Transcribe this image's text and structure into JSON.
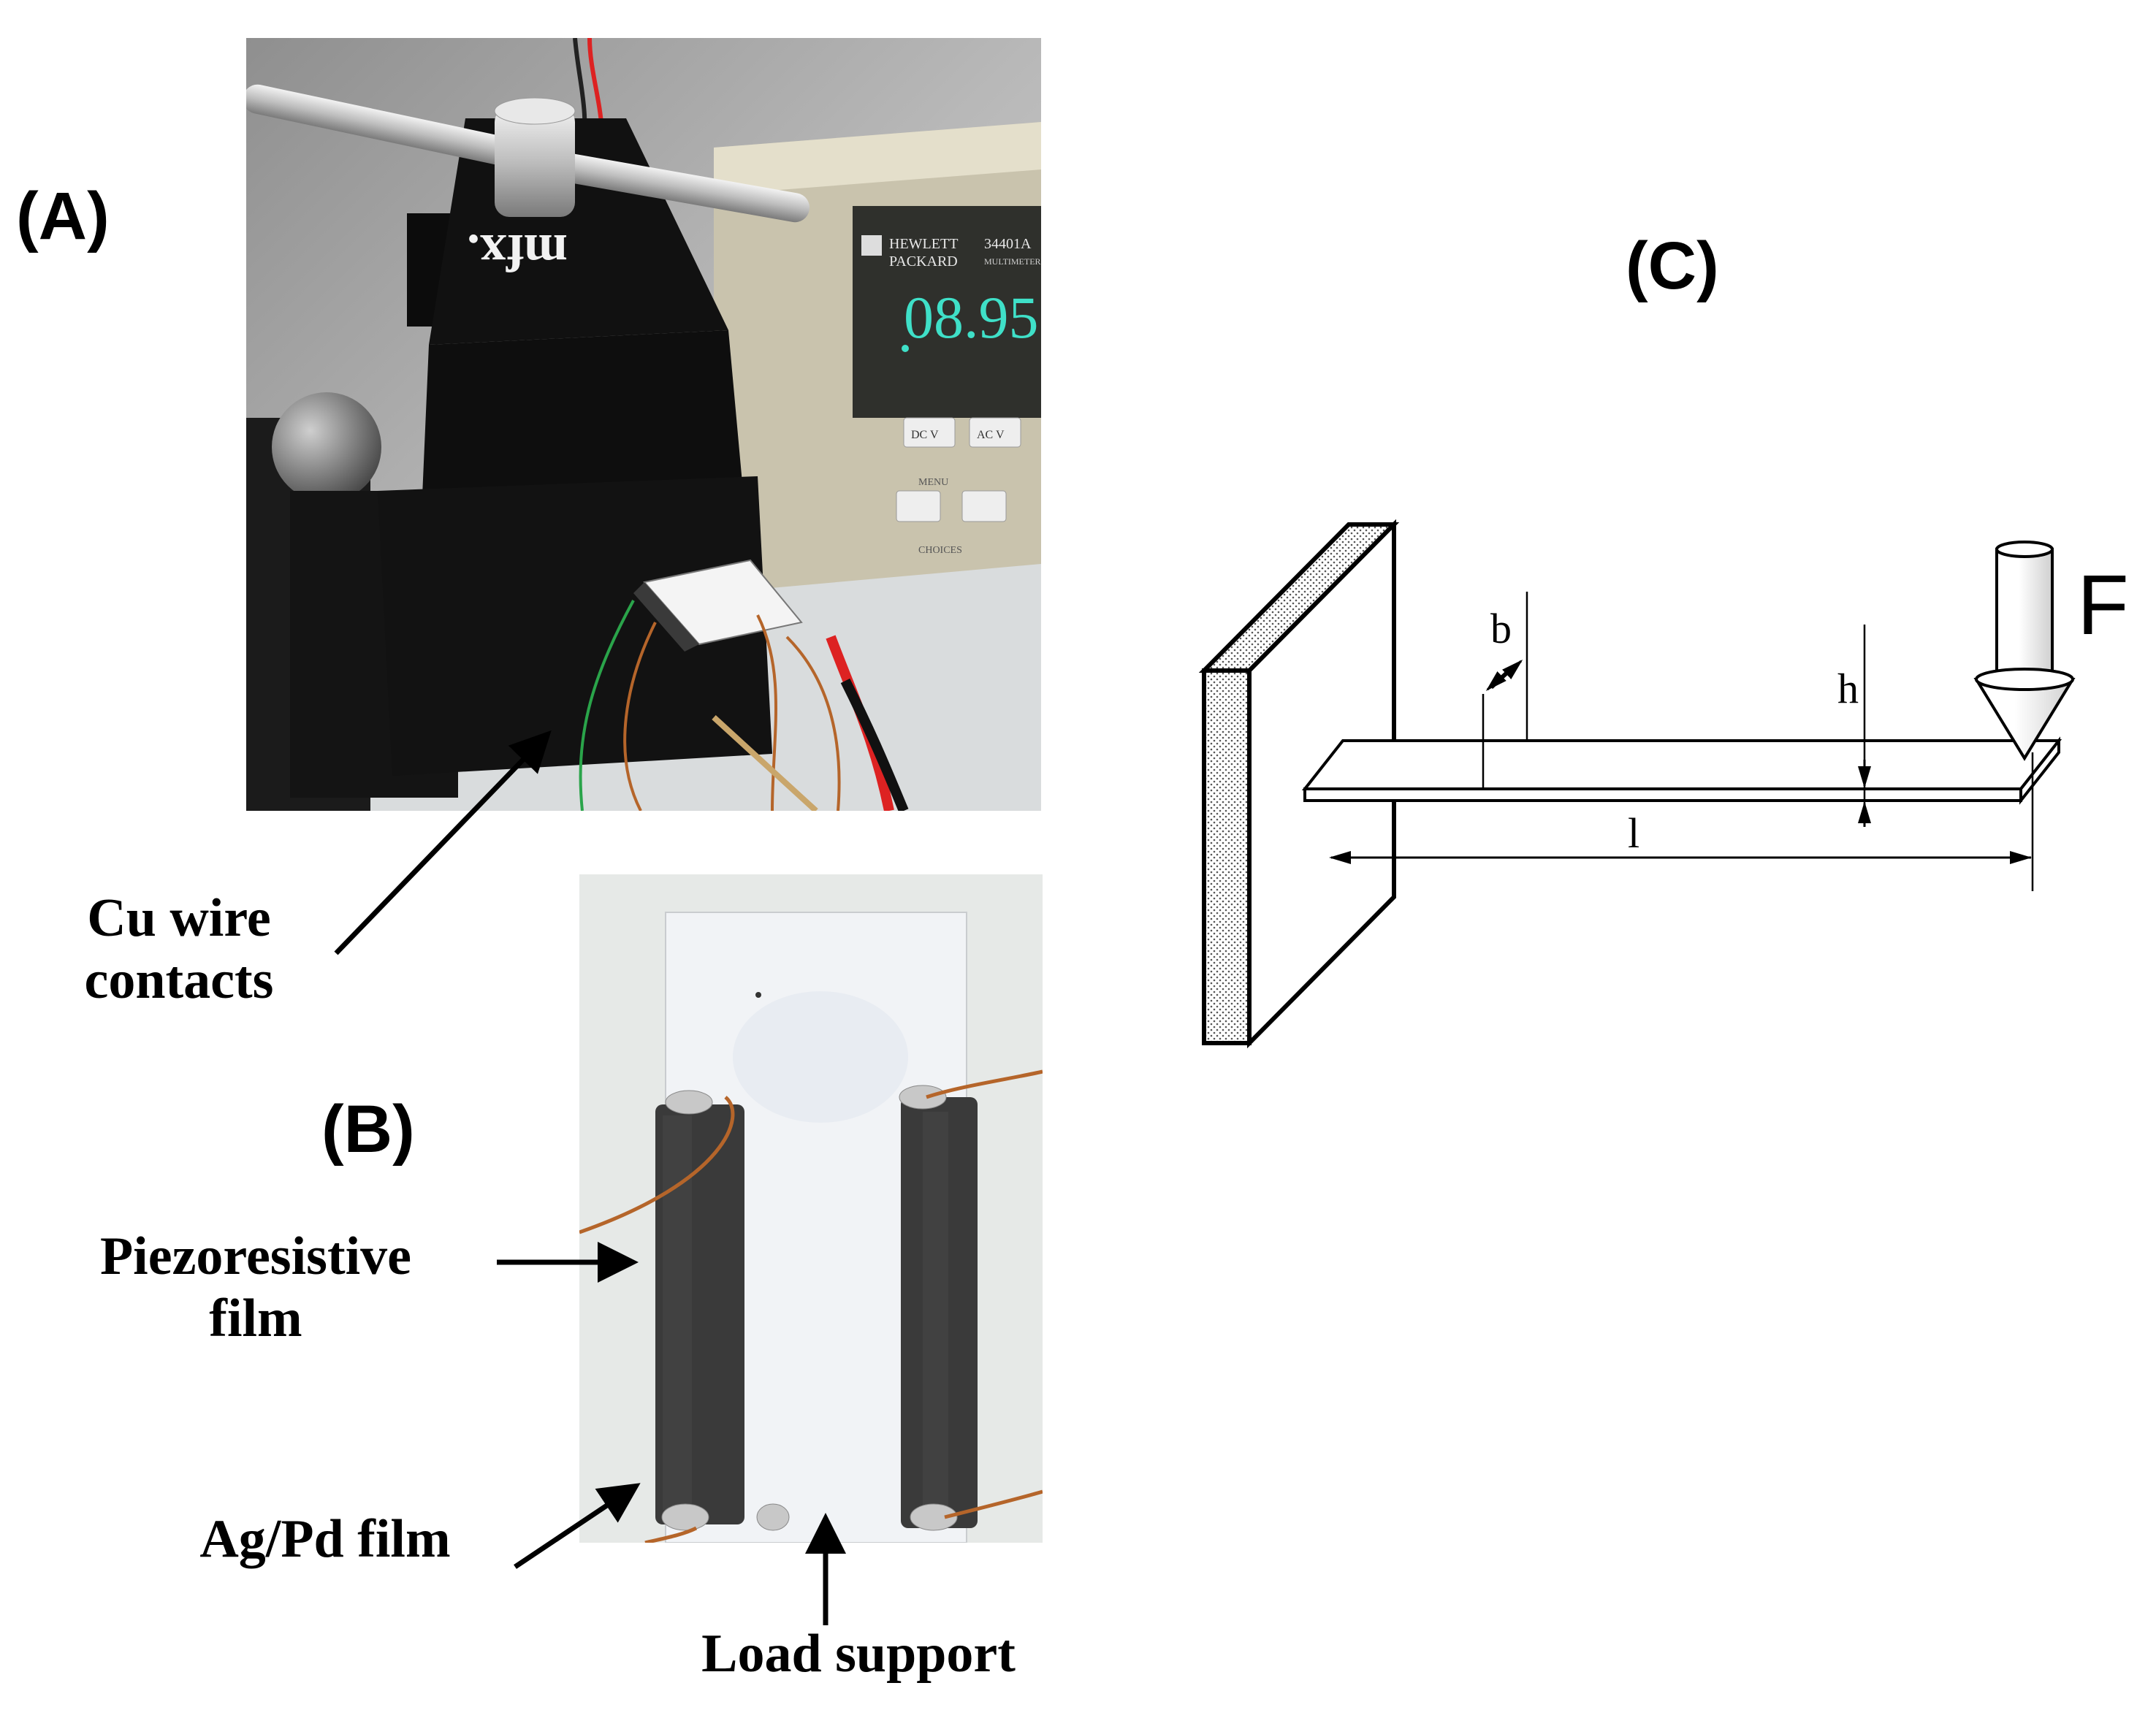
{
  "panels": {
    "a": "(A)",
    "b": "(B)",
    "c": "(C)"
  },
  "annotations": {
    "cu_wire_line1": "Cu wire",
    "cu_wire_line2": "contacts",
    "piezo_line1": "Piezoresistive",
    "piezo_line2": "film",
    "agpd": "Ag/Pd film",
    "load_support": "Load support"
  },
  "photo_a": {
    "logo_text": "mfx.",
    "meter_brand_line1": "HEWLETT",
    "meter_brand_line2": "PACKARD",
    "meter_model": "34401A",
    "meter_type": "MULTIMETER",
    "meter_reading": "08.95",
    "button_dcv": "DC V",
    "button_acv": "AC V",
    "button_menu": "MENU",
    "button_choices": "CHOICES"
  },
  "diagram_c": {
    "label_b": "b",
    "label_h": "h",
    "label_l": "l",
    "label_F": "F"
  },
  "colors": {
    "text": "#000000",
    "wire_copper": "#b5652a",
    "film_dark": "#3a3a3a",
    "substrate": "#eef1f4",
    "vfd_green": "#3fe0c8"
  }
}
